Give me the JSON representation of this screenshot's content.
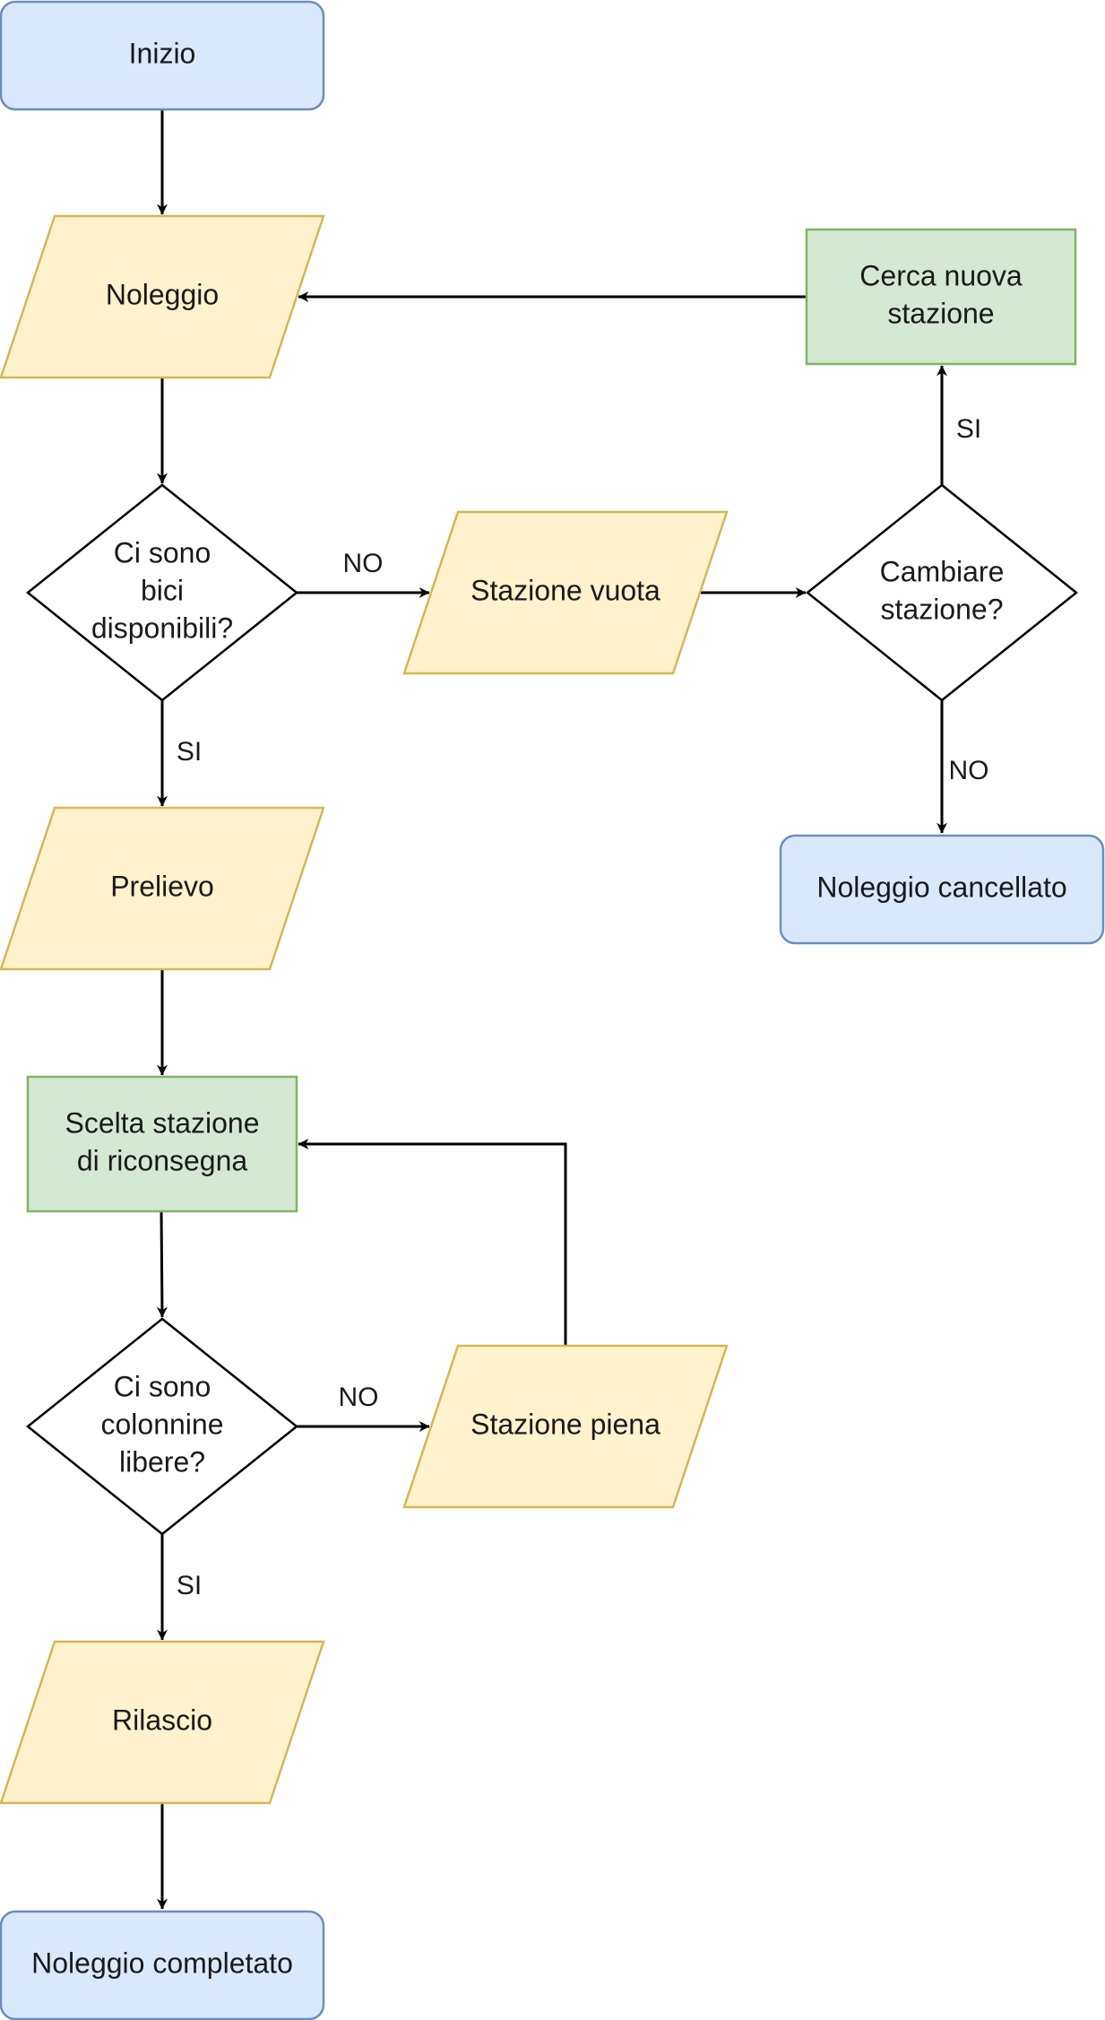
{
  "colors": {
    "terminal_fill": "#dae8fc",
    "terminal_stroke": "#6c8ebf",
    "io_fill": "#fff2cc",
    "io_stroke": "#d6b656",
    "process_fill": "#d5e8d4",
    "process_stroke": "#82b366",
    "decision_fill": "#ffffff",
    "decision_stroke": "#000000",
    "connector": "#000000"
  },
  "nodes": {
    "inizio": {
      "shape": "terminal",
      "lines": [
        "Inizio"
      ]
    },
    "noleggio": {
      "shape": "io",
      "lines": [
        "Noleggio"
      ]
    },
    "cerca_nuova_stazione": {
      "shape": "process",
      "lines": [
        "Cerca nuova",
        "stazione"
      ]
    },
    "ci_sono_bici": {
      "shape": "decision",
      "lines": [
        "Ci sono",
        "bici",
        "disponibili?"
      ]
    },
    "stazione_vuota": {
      "shape": "io",
      "lines": [
        "Stazione vuota"
      ]
    },
    "cambiare_stazione": {
      "shape": "decision",
      "lines": [
        "Cambiare",
        "stazione?"
      ]
    },
    "noleggio_cancellato": {
      "shape": "terminal",
      "lines": [
        "Noleggio cancellato"
      ]
    },
    "prelievo": {
      "shape": "io",
      "lines": [
        "Prelievo"
      ]
    },
    "scelta_stazione": {
      "shape": "process",
      "lines": [
        "Scelta stazione",
        "di riconsegna"
      ]
    },
    "ci_sono_colonnine": {
      "shape": "decision",
      "lines": [
        "Ci sono",
        "colonnine",
        "libere?"
      ]
    },
    "stazione_piena": {
      "shape": "io",
      "lines": [
        "Stazione piena"
      ]
    },
    "rilascio": {
      "shape": "io",
      "lines": [
        "Rilascio"
      ]
    },
    "noleggio_completato": {
      "shape": "terminal",
      "lines": [
        "Noleggio completato"
      ]
    }
  },
  "edges": [
    {
      "from": "inizio",
      "to": "noleggio",
      "label": ""
    },
    {
      "from": "noleggio",
      "to": "ci_sono_bici",
      "label": ""
    },
    {
      "from": "ci_sono_bici",
      "to": "stazione_vuota",
      "label": "NO"
    },
    {
      "from": "stazione_vuota",
      "to": "cambiare_stazione",
      "label": ""
    },
    {
      "from": "cambiare_stazione",
      "to": "cerca_nuova_stazione",
      "label": "SI"
    },
    {
      "from": "cerca_nuova_stazione",
      "to": "noleggio",
      "label": ""
    },
    {
      "from": "cambiare_stazione",
      "to": "noleggio_cancellato",
      "label": "NO"
    },
    {
      "from": "ci_sono_bici",
      "to": "prelievo",
      "label": "SI"
    },
    {
      "from": "prelievo",
      "to": "scelta_stazione",
      "label": ""
    },
    {
      "from": "scelta_stazione",
      "to": "ci_sono_colonnine",
      "label": ""
    },
    {
      "from": "ci_sono_colonnine",
      "to": "stazione_piena",
      "label": "NO"
    },
    {
      "from": "stazione_piena",
      "to": "scelta_stazione",
      "label": ""
    },
    {
      "from": "ci_sono_colonnine",
      "to": "rilascio",
      "label": "SI"
    },
    {
      "from": "rilascio",
      "to": "noleggio_completato",
      "label": ""
    }
  ]
}
